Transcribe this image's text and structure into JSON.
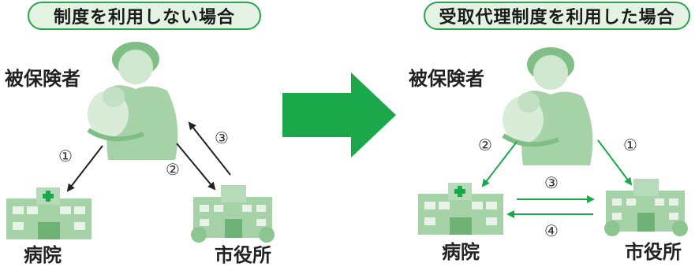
{
  "left": {
    "heading": "制度を利用しない場合",
    "insured_label": "被保険者",
    "hospital_label": "病院",
    "cityhall_label": "市役所",
    "steps": [
      "①",
      "②",
      "③"
    ]
  },
  "right": {
    "heading": "受取代理制度を利用した場合",
    "insured_label": "被保険者",
    "hospital_label": "病院",
    "cityhall_label": "市役所",
    "steps": [
      "①",
      "②",
      "③",
      "④"
    ]
  },
  "colors": {
    "accent_green": "#1aa84a",
    "pill_border": "#2aa24a",
    "pill_fill": "#e3f2e3",
    "illustration": "#a6d2a8"
  }
}
